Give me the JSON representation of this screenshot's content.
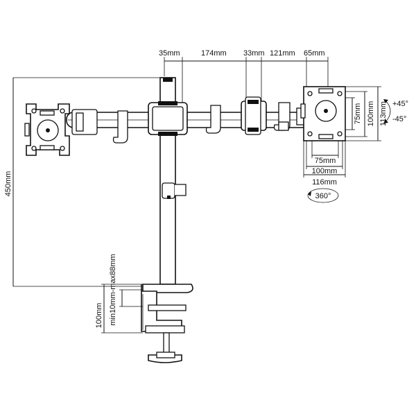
{
  "diagram": {
    "dimensions": {
      "top_35": "35mm",
      "top_174": "174mm",
      "top_33": "33mm",
      "top_121": "121mm",
      "top_65": "65mm",
      "height_450": "450mm",
      "clamp_range": "min10mm-max88mm",
      "clamp_100": "100mm",
      "vesa_75_h": "75mm",
      "vesa_100_h": "100mm",
      "plate_113": "113mm",
      "vesa_75_w": "75mm",
      "vesa_100_w": "100mm",
      "plate_116": "116mm",
      "tilt_up": "+45°",
      "tilt_down": "-45°",
      "rotation": "360°"
    }
  }
}
